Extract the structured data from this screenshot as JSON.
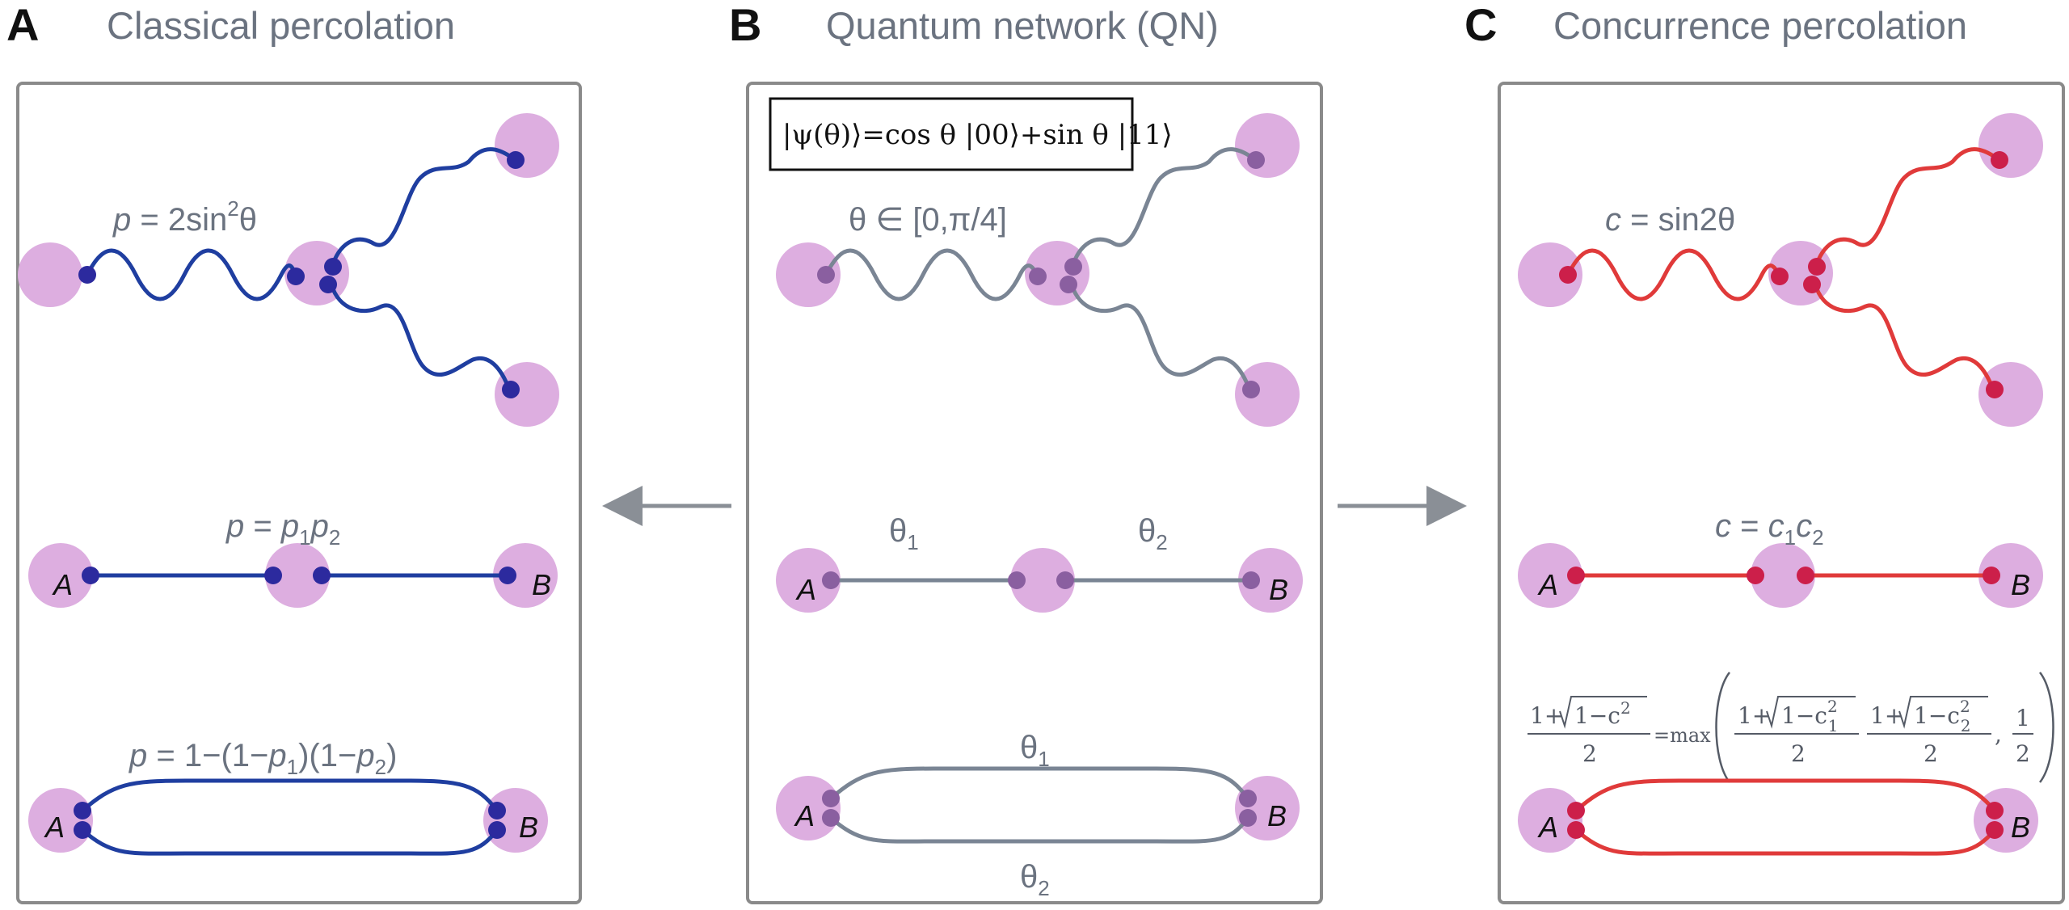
{
  "panels": [
    {
      "letter": "A",
      "title": "Classical percolation",
      "color": "#1f3ea0",
      "dot": "#2c2a9e",
      "top_formula": {
        "lhs": "p",
        "rel": " = 2sin",
        "sup": "2",
        "tail": "θ"
      },
      "chain_formula": {
        "lhs": "p",
        "rel": " = ",
        "a": "p",
        "a_sub": "1",
        "b": "p",
        "b_sub": "2"
      },
      "parallel_formula": {
        "lhs": "p",
        "text": " = 1−(1−",
        "a": "p",
        "a_sub": "1",
        "mid": ")(1−",
        "b": "p",
        "b_sub": "2",
        "end": ")"
      },
      "node_a": "A",
      "node_b": "B"
    },
    {
      "letter": "B",
      "title": "Quantum network (QN)",
      "color": "#7a8594",
      "dot": "#8a5fa0",
      "state_box": "|ψ(θ)⟩=cos θ |00⟩+sin θ |11⟩",
      "theta_range": "θ ∈ [0,π/4]",
      "theta1": "θ",
      "theta1_sub": "1",
      "theta2": "θ",
      "theta2_sub": "2",
      "node_a": "A",
      "node_b": "B"
    },
    {
      "letter": "C",
      "title": "Concurrence percolation",
      "color": "#e03a3a",
      "dot": "#cc1f4a",
      "top_formula": {
        "lhs": "c",
        "rel": " = sin2θ"
      },
      "chain_formula": {
        "lhs": "c",
        "rel": " = ",
        "a": "c",
        "a_sub": "1",
        "b": "c",
        "b_sub": "2"
      },
      "parallel_formula": {
        "lhs_num_1": "1+",
        "lhs_num_2": "1−c",
        "lhs_sup": "2",
        "den": "2",
        "eq": "=max",
        "t1_num_1": "1+",
        "t1_num_2": "1−c",
        "t1_sub": "1",
        "t1_sup": "2",
        "t2_num_1": "1+",
        "t2_num_2": "1−c",
        "t2_sub": "2",
        "t2_sup": "2",
        "comma": ",",
        "half_num": "1",
        "half_den": "2"
      },
      "node_a": "A",
      "node_b": "B"
    }
  ],
  "colors": {
    "node_fill": "#ddaee0",
    "arrow": "#8a8f96",
    "frame": "#8a8a8a"
  }
}
